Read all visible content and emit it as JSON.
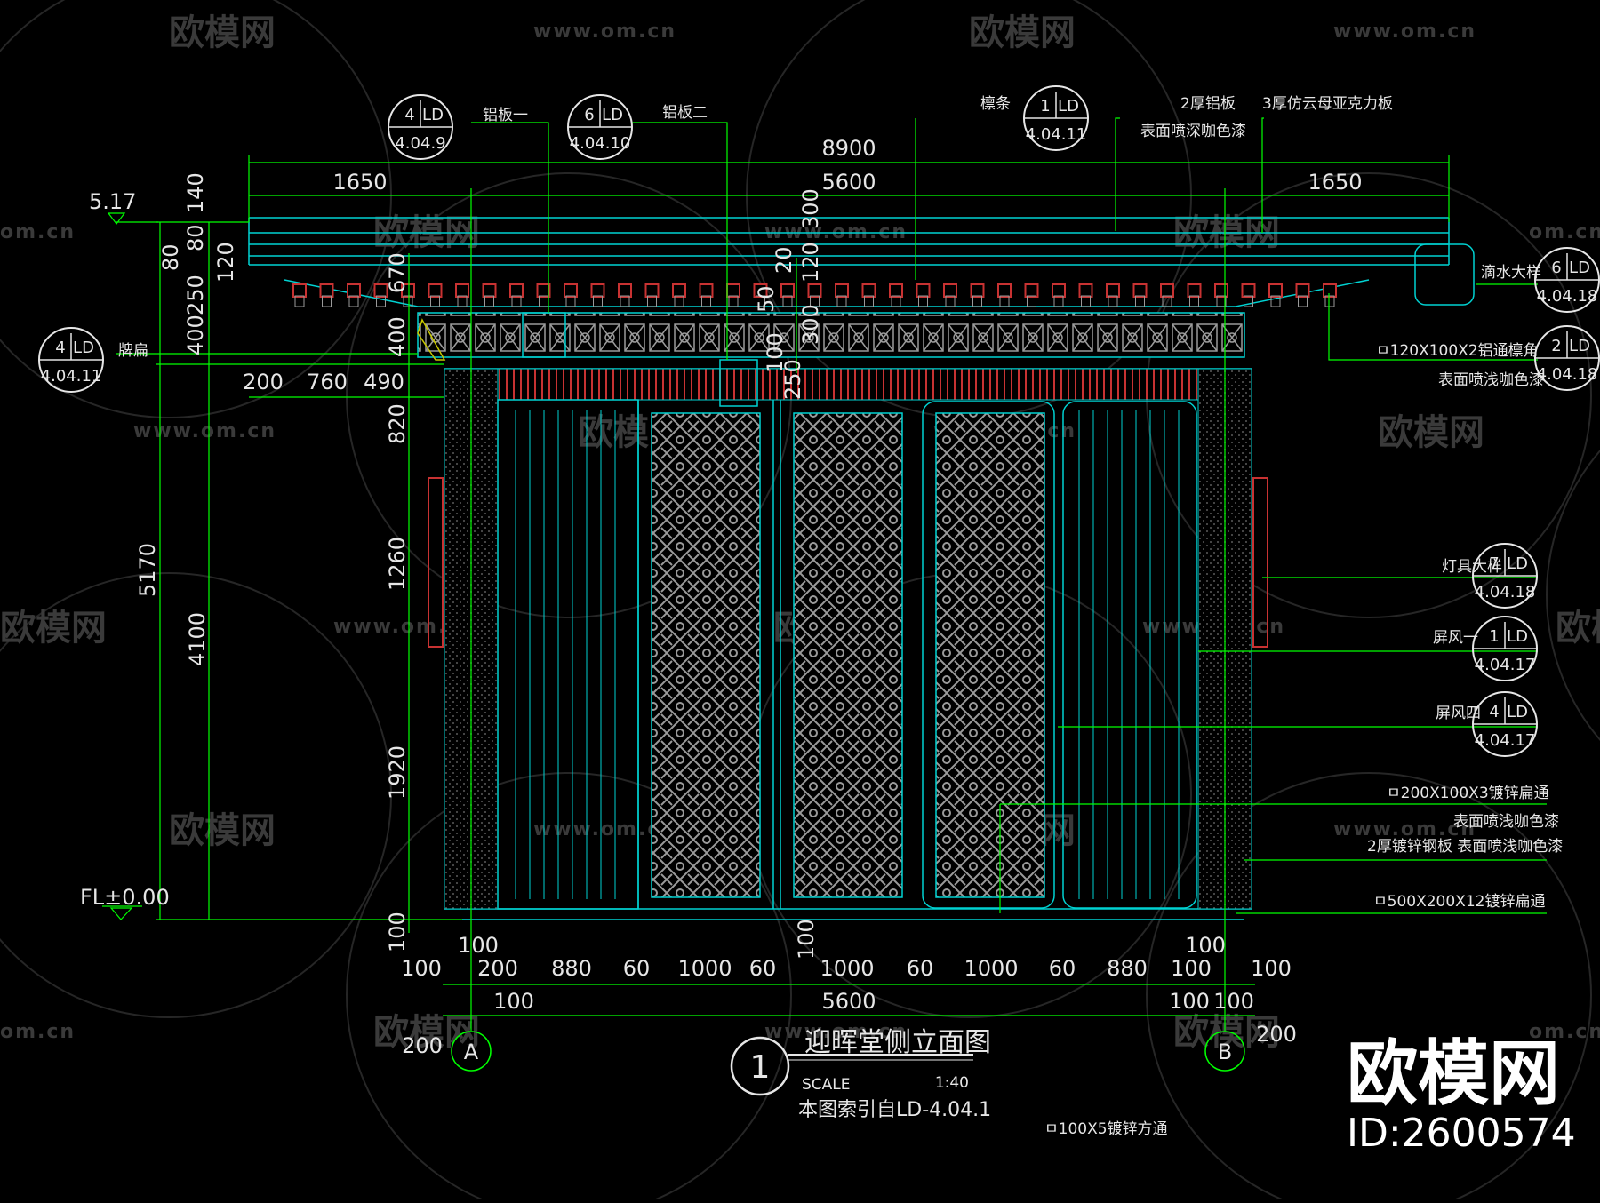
{
  "watermarks": {
    "brand": "欧模网",
    "url": "www.om.cn",
    "url_short": "om.cn"
  },
  "dimensions_top": {
    "total": "8900",
    "mid": "5600",
    "left": "1650",
    "right": "1650"
  },
  "dimensions_left_outer": [
    "140",
    "80",
    "80",
    "120",
    "250",
    "400"
  ],
  "dimensions_left_inner": [
    "670",
    "400",
    "820",
    "1260",
    "1920",
    "100"
  ],
  "dimensions_left_total": {
    "a": "5170",
    "b": "4100"
  },
  "dimensions_center_vertical": [
    "300",
    "120",
    "20",
    "300",
    "50",
    "250",
    "100"
  ],
  "dimensions_lower_left": [
    "200",
    "760",
    "490"
  ],
  "dimensions_bottom_row1": [
    "100",
    "100",
    "200",
    "880",
    "60",
    "1000",
    "60",
    "1000",
    "60",
    "1000",
    "60",
    "880",
    "100",
    "100",
    "100"
  ],
  "dimensions_bottom_row2": [
    "100",
    "5600",
    "100",
    "100"
  ],
  "dimensions_bottom_extra": {
    "left200": "200",
    "right200": "200",
    "center100": "100"
  },
  "elevation": {
    "top": "5.17",
    "floor": "FL±0.00"
  },
  "callouts": {
    "c1": {
      "num": "4",
      "code": "LD",
      "sheet": "4.04.9",
      "label": "铝板一"
    },
    "c2": {
      "num": "6",
      "code": "LD",
      "sheet": "4.04.10",
      "label": "铝板二"
    },
    "c3": {
      "num": "1",
      "code": "LD",
      "sheet": "4.04.11",
      "label": "檩条"
    },
    "c4": {
      "num": "4",
      "code": "LD",
      "sheet": "4.04.11",
      "label": "牌扁"
    },
    "c5": {
      "num": "6",
      "code": "LD",
      "sheet": "4.04.18",
      "label": "滴水大样"
    },
    "c6": {
      "num": "2",
      "code": "LD",
      "sheet": "4.04.18"
    },
    "c7": {
      "num": "7",
      "code": "LD",
      "sheet": "4.04.18",
      "label": "灯具大样"
    },
    "c8": {
      "num": "1",
      "code": "LD",
      "sheet": "4.04.17",
      "label": "屏风一"
    },
    "c9": {
      "num": "4",
      "code": "LD",
      "sheet": "4.04.17",
      "label": "屏风四"
    }
  },
  "notes": {
    "alum2": "2厚铝板",
    "alum2_finish": "表面喷深咖色漆",
    "acrylic": "3厚仿云母亚克力板",
    "purlin": "ㅁ120X100X2铝通檩角",
    "purlin_finish": "表面喷浅咖色漆",
    "steel200": "ㅁ200X100X3镀锌扁通",
    "steel200_finish": "表面喷浅咖色漆",
    "plate2": "2厚镀锌钢板 表面喷浅咖色漆",
    "steel500": "ㅁ500X200X12镀锌扁通",
    "tube100": "ㅁ100X5镀锌方通"
  },
  "axes": {
    "a": "A",
    "b": "B"
  },
  "title": {
    "num": "1",
    "text": "迎晖堂侧立面图",
    "scale_label": "SCALE",
    "scale_value": "1:40",
    "ref": "本图索引自LD-4.04.1"
  },
  "brand": {
    "name": "欧模网",
    "id": "ID:2600574"
  },
  "colors": {
    "bg": "#000000",
    "line_green": "#00ff00",
    "line_cyan": "#00d2d2",
    "red": "#c83232",
    "text": "#e6e6e6",
    "pattern": "#9a9a9a"
  }
}
